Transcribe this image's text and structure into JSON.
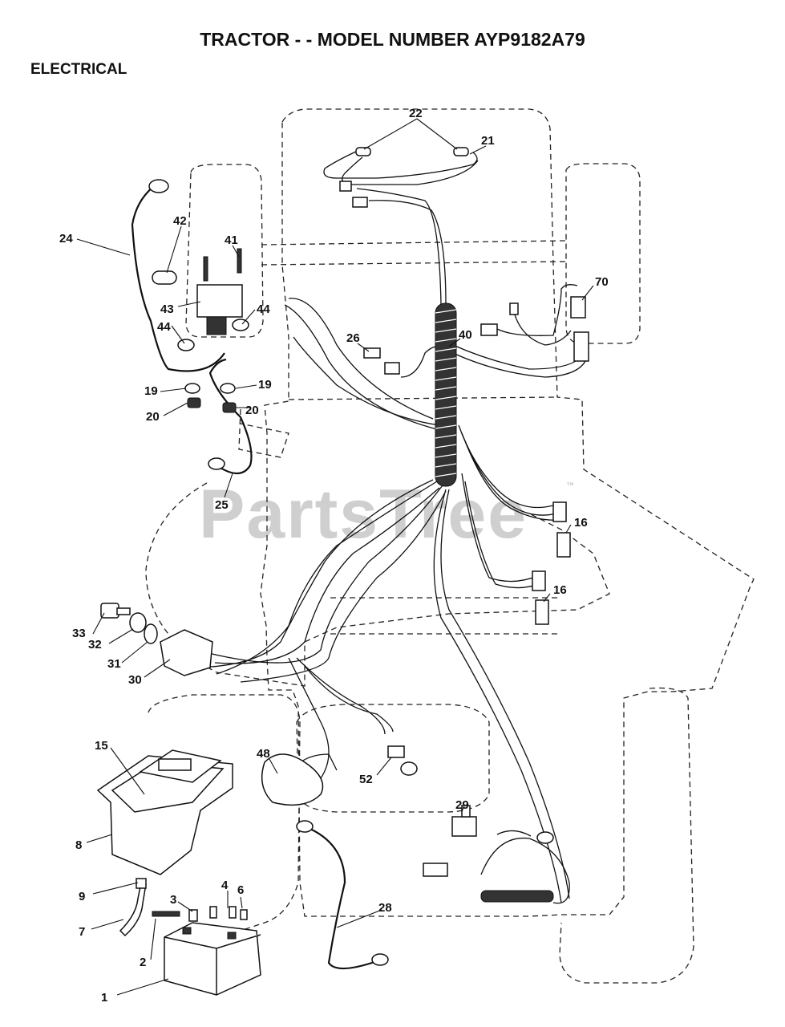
{
  "header": {
    "title": "TRACTOR - - MODEL NUMBER AYP9182A79",
    "section": "ELECTRICAL"
  },
  "watermark": {
    "text": "PartsTree",
    "mark": "™"
  },
  "callouts": {
    "c1": "1",
    "c2": "2",
    "c3": "3",
    "c4": "4",
    "c6": "6",
    "c7": "7",
    "c8": "8",
    "c9": "9",
    "c15": "15",
    "c16a": "16",
    "c16b": "16",
    "c19a": "19",
    "c19b": "19",
    "c20a": "20",
    "c20b": "20",
    "c21": "21",
    "c22": "22",
    "c24": "24",
    "c25": "25",
    "c26": "26",
    "c28": "28",
    "c29": "29",
    "c30": "30",
    "c31": "31",
    "c32": "32",
    "c33": "33",
    "c40": "40",
    "c41": "41",
    "c42": "42",
    "c43": "43",
    "c44a": "44",
    "c44b": "44",
    "c48": "48",
    "c52": "52",
    "c70": "70"
  }
}
